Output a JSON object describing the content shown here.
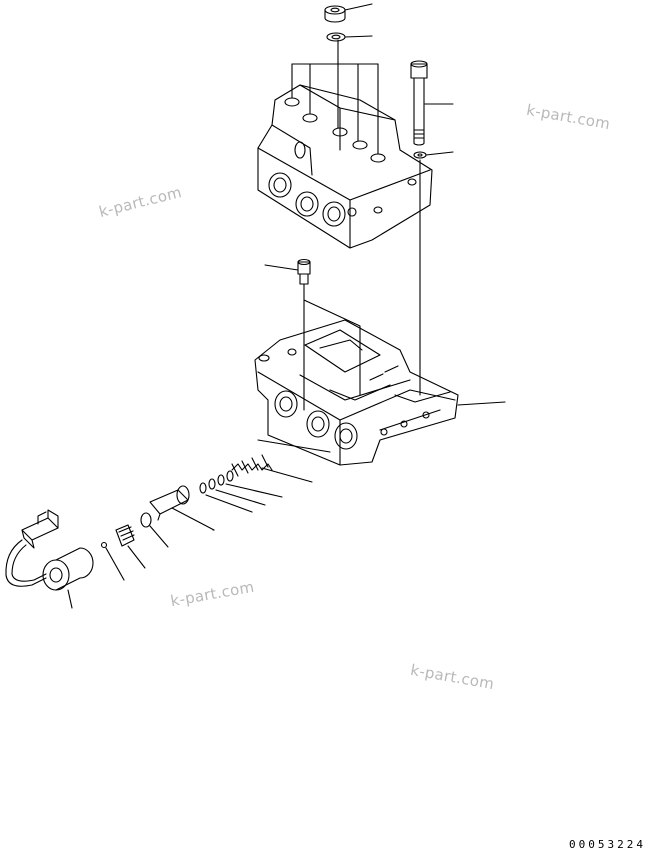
{
  "watermarks": [
    "k-part.com",
    "k-part.com",
    "k-part.com",
    "k-part.com"
  ],
  "drawing_code": "00053224",
  "colors": {
    "line": "#000000",
    "watermark": "#b9b9b9",
    "background": "#ffffff"
  }
}
